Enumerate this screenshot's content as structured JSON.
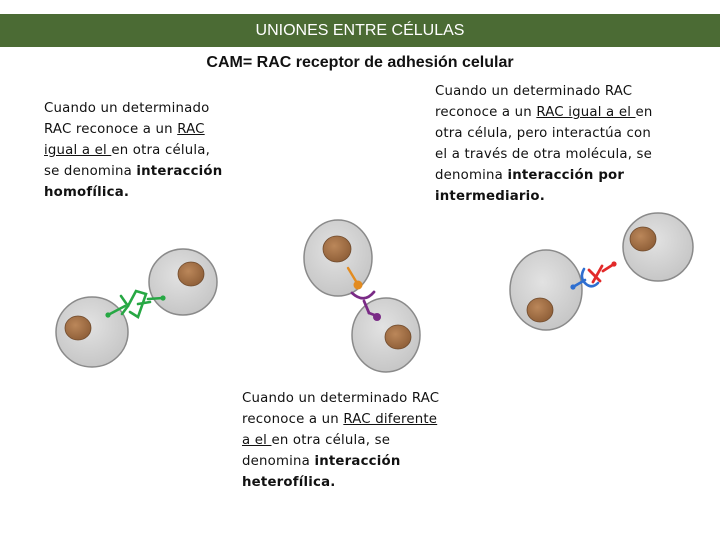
{
  "header": {
    "title": "UNIONES ENTRE CÉLULAS"
  },
  "subtitle": "CAM= RAC receptor de adhesión celular",
  "homofilica": {
    "t1": "Cuando un determinado",
    "t2": "RAC reconoce a un ",
    "u1": "RAC",
    "u2": "igual a el ",
    "t3": "en otra célula,",
    "t4": "se denomina ",
    "b1": "interacción",
    "b2": "homofílica."
  },
  "intermediario": {
    "t1": "Cuando un determinado RAC",
    "t2": "reconoce a un ",
    "u1": "RAC igual a el ",
    "t3": "en",
    "t4": "otra célula, pero interactúa con",
    "t5": "el a través de otra molécula, se",
    "t6": "denomina ",
    "b1": "interacción  por",
    "b2": "intermediario."
  },
  "heterofilica": {
    "t1": "Cuando un determinado RAC",
    "t2": "reconoce a un ",
    "u1": "RAC diferente",
    "u2": "a el ",
    "t3": "en otra célula, se",
    "t4": "denomina ",
    "b1": "interacción",
    "b2": "heterofílica."
  },
  "colors": {
    "banner": "#4b6b34",
    "cell": "#d2d2d2",
    "nucleus": "#a8754a",
    "homophilic": "#27a844",
    "intermediary_receptor": "#e38b1f",
    "intermediary_linker": "#7a2b86",
    "heterophilic_a": "#2f6fd0",
    "heterophilic_b": "#e22a2a"
  }
}
